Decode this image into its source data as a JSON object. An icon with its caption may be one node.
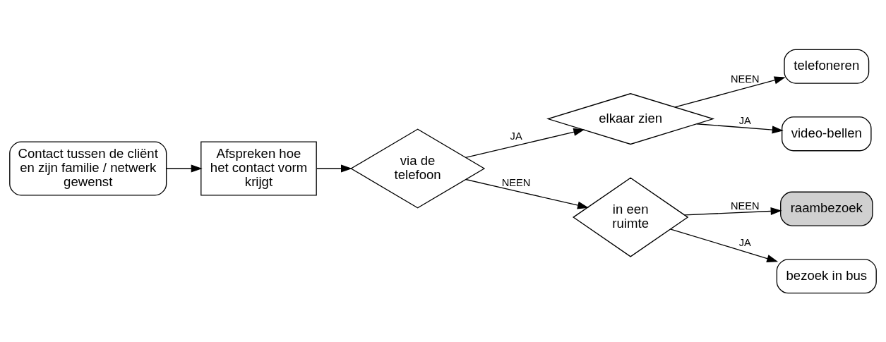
{
  "diagram": {
    "nodes": [
      {
        "text": [
          "Contact tussen de cliënt en zijn familie / netwerk gewenst"
        ]
      },
      {
        "text": [
          "Afspreken hoe het contact vorm krijgt"
        ]
      },
      {
        "text": [
          "via de telefoon"
        ]
      },
      {
        "text": [
          "elkaar zien"
        ]
      },
      {
        "text": [
          "telefoneren"
        ]
      },
      {
        "text": [
          "video-bellen"
        ]
      },
      {
        "text": [
          "in een ruimte"
        ]
      },
      {
        "text": [
          "raambezoek"
        ]
      },
      {
        "text": [
          "bezoek in bus"
        ]
      }
    ],
    "edges": [
      {
        "from": 0,
        "to": 1,
        "arrow": "to"
      },
      {
        "from": 1,
        "to": 2,
        "arrow": "to"
      },
      {
        "from": 2,
        "to": 3,
        "arrow": "to",
        "label": "JA"
      },
      {
        "from": 2,
        "to": 6,
        "arrow": "to",
        "label": "NEEN"
      },
      {
        "from": 3,
        "to": 4,
        "arrow": "to",
        "label": "NEEN"
      },
      {
        "from": 3,
        "to": 5,
        "arrow": "to",
        "label": "JA"
      },
      {
        "from": 6,
        "to": 7,
        "arrow": "to",
        "label": "NEEN"
      },
      {
        "from": 6,
        "to": 8,
        "arrow": "to",
        "label": "JA"
      }
    ]
  }
}
